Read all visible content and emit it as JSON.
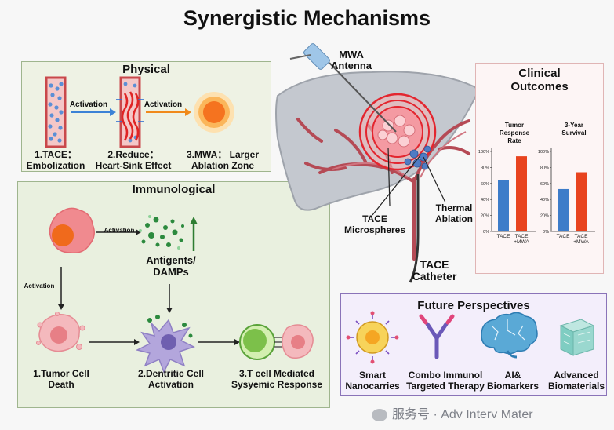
{
  "title": "Synergistic Mechanisms",
  "physical": {
    "title": "Physical",
    "arrow1": "Activation",
    "arrow2": "Activation",
    "step1": [
      "1.TACE：",
      "Embolization"
    ],
    "step2": [
      "2.Reduce：",
      "Heart-Sink Effect"
    ],
    "step3": [
      "3.MWA： Larger",
      "Ablation Zone"
    ]
  },
  "immunological": {
    "title": "Immunological",
    "arrow_top": "Activation",
    "arrow_left": "Activation",
    "antigens": [
      "Antigents/",
      "DAMPs"
    ],
    "step1": [
      "1.Tumor Cell",
      "Death"
    ],
    "step2": [
      "2.Dentritic Cell",
      "Activation"
    ],
    "step3": [
      "3.T cell Mediated",
      "Sysyemic Response"
    ]
  },
  "liver": {
    "mwa": [
      "MWA",
      "Antenna"
    ],
    "microspheres": [
      "TACE",
      "Microspheres"
    ],
    "thermal": [
      "Thermal",
      "Ablation"
    ],
    "catheter": [
      "TACE",
      "Catheter"
    ]
  },
  "clinical": {
    "title": [
      "Clinical",
      "Outcomes"
    ]
  },
  "chart_data": [
    {
      "type": "bar",
      "title": "Tumor Response Rate",
      "categories": [
        "TACE",
        "TACE +MWA"
      ],
      "values": [
        64,
        94
      ],
      "ylim": [
        0,
        100
      ],
      "yticks": [
        "0%",
        "20%",
        "40%",
        "60%",
        "80%",
        "100%"
      ],
      "colors": [
        "#3d7cc9",
        "#e8431e"
      ]
    },
    {
      "type": "bar",
      "title": "3-Year Survival",
      "categories": [
        "TACE",
        "TACE +MWA"
      ],
      "values": [
        53,
        74
      ],
      "ylim": [
        0,
        100
      ],
      "yticks": [
        "0%",
        "20%",
        "40%",
        "60%",
        "80%",
        "100%"
      ],
      "colors": [
        "#3d7cc9",
        "#e8431e"
      ]
    }
  ],
  "future": {
    "title": "Future Perspectives",
    "items": [
      [
        "Smart",
        "Nanocarries"
      ],
      [
        "Combo Immunol",
        "Targeted Therapy"
      ],
      [
        "AI&",
        "Biomarkers"
      ],
      [
        "Advanced",
        "Biomaterials"
      ]
    ]
  },
  "watermark": "服务号 · Adv Interv Mater"
}
